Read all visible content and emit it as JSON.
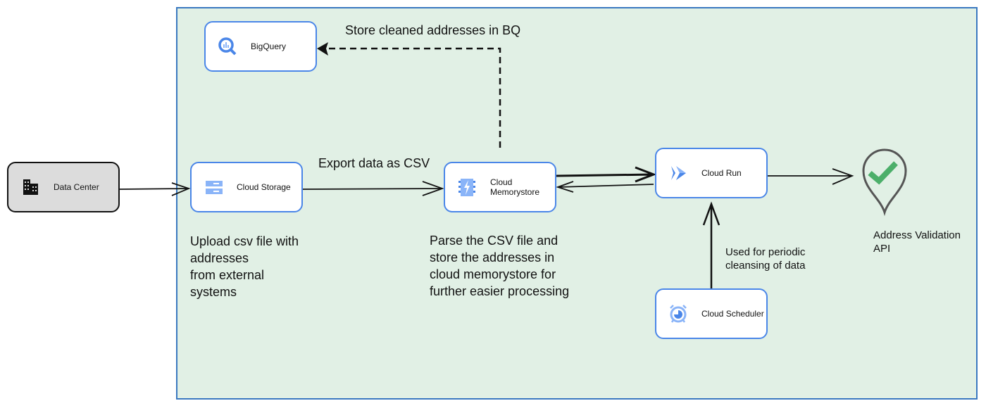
{
  "nodes": {
    "data_center": "Data Center",
    "cloud_storage": "Cloud Storage",
    "bigquery": "BigQuery",
    "memorystore_l1": "Cloud",
    "memorystore_l2": "Memorystore",
    "cloud_run": "Cloud Run",
    "cloud_scheduler": "Cloud Scheduler",
    "address_validation_l1": "Address Validation",
    "address_validation_l2": "API"
  },
  "labels": {
    "store_bq": "Store cleaned addresses in BQ",
    "export_csv": "Export data as CSV",
    "upload": [
      "Upload csv file with",
      "addresses",
      "from external",
      "systems"
    ],
    "parse": [
      "Parse the CSV file and",
      "store the addresses in",
      "cloud  memorystore for",
      "further easier processing"
    ],
    "periodic": [
      "Used for periodic",
      "cleansing of data"
    ]
  },
  "colors": {
    "region_bg": "#e1f0e5",
    "node_border": "#4a86e8",
    "check": "#4caf6a"
  }
}
